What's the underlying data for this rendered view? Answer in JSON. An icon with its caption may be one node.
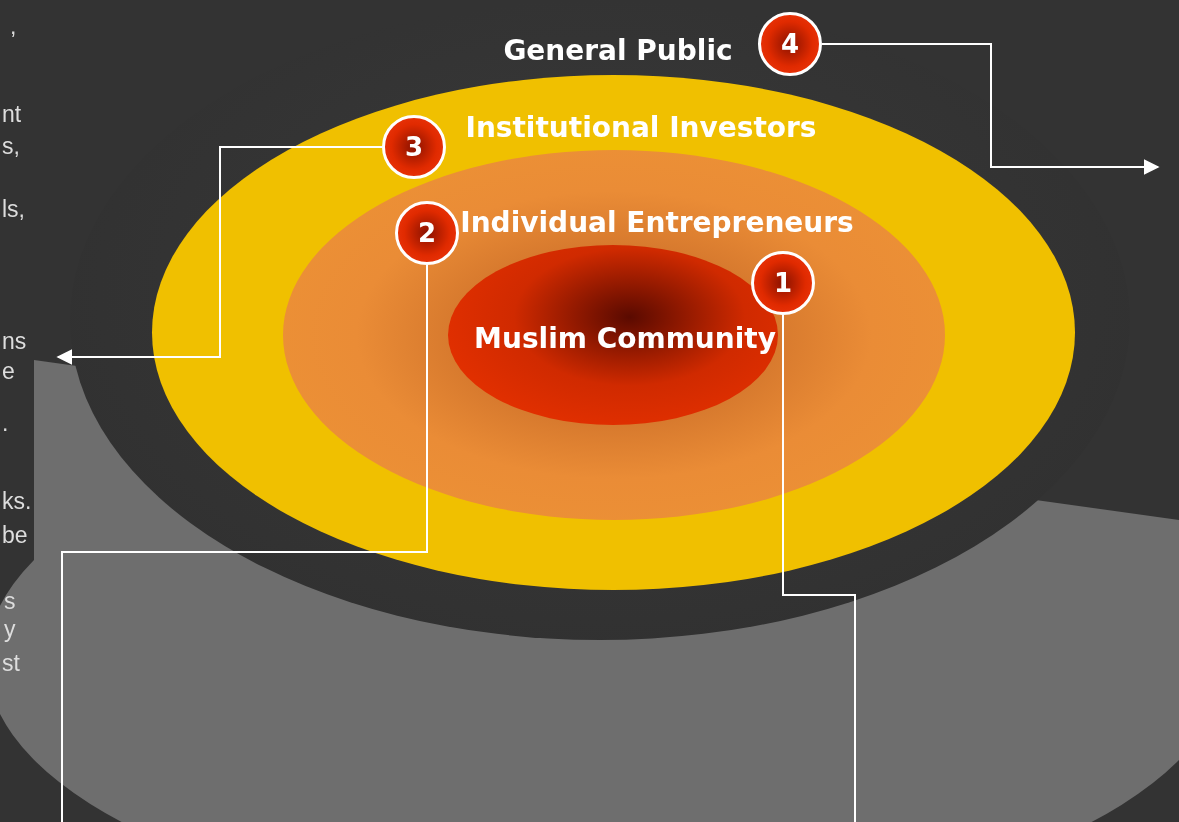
{
  "diagram": {
    "nodes": [
      {
        "text": [
          "General Public"
        ]
      },
      {
        "text": [
          "Institutional Investors"
        ],
        "in": 0
      },
      {
        "text": [
          "Individual Entrepreneurs"
        ],
        "in": 1
      },
      {
        "text": [
          "Muslim Community"
        ],
        "in": 2
      },
      {
        "text": [
          "4"
        ],
        "in": 0
      },
      {
        "text": [
          "3"
        ],
        "in": 1
      },
      {
        "text": [
          "2"
        ],
        "in": 2
      },
      {
        "text": [
          "1"
        ],
        "in": 2
      }
    ],
    "edges": [
      {
        "from": 4,
        "to": null,
        "arrow": "to"
      },
      {
        "from": 5,
        "to": null,
        "arrow": "to"
      },
      {
        "from": 6,
        "to": null,
        "arrow": "none"
      },
      {
        "from": 7,
        "to": null,
        "arrow": "none"
      }
    ],
    "labels": [
      ",",
      "nt",
      "s,",
      "ls,",
      "ns",
      "e",
      ".",
      "ks.",
      "be",
      "s",
      "y",
      "st"
    ]
  }
}
